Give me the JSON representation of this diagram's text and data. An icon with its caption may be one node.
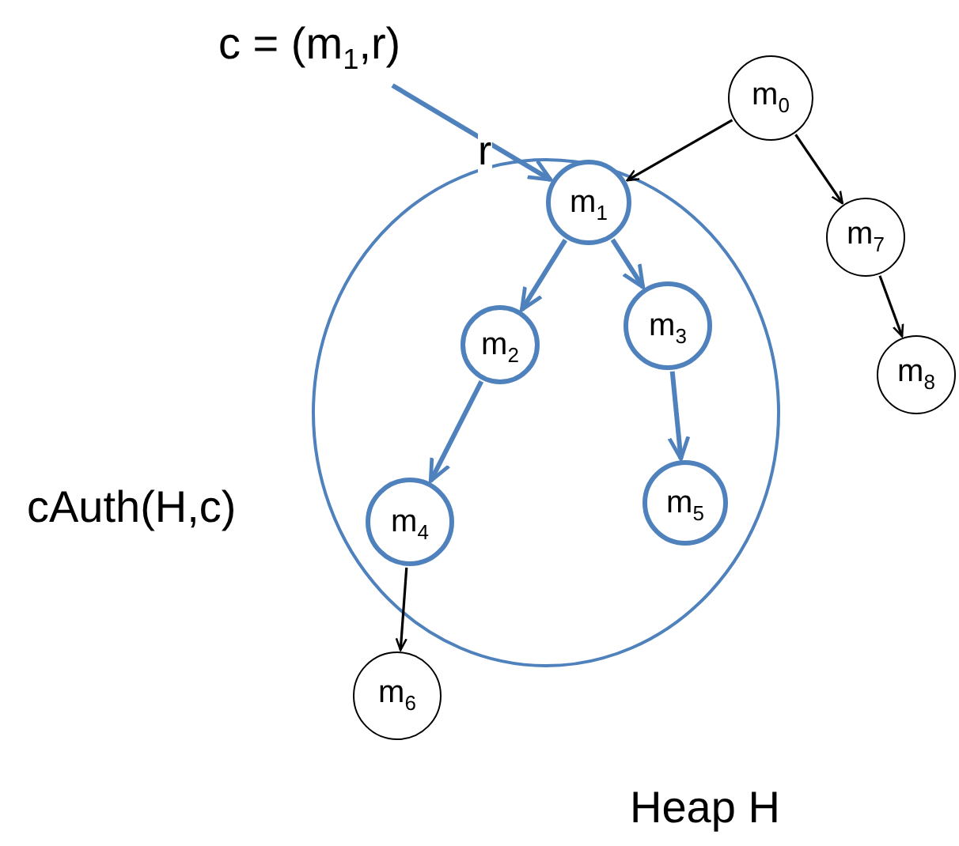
{
  "diagram": {
    "nodes": [
      {
        "text": [
          "c = (m$_{1}$,r)"
        ]
      },
      {
        "text": [
          "m$_{0}$"
        ]
      },
      {
        "text": [
          "cAuth(H,c)"
        ]
      },
      {
        "text": [
          "m$_{1}$"
        ],
        "in": 2
      },
      {
        "text": [
          "m$_{2}$"
        ],
        "in": 2
      },
      {
        "text": [
          "m$_{3}$"
        ],
        "in": 2
      },
      {
        "text": [
          "m$_{4}$"
        ],
        "in": 2
      },
      {
        "text": [
          "m$_{5}$"
        ],
        "in": 2
      },
      {
        "text": [
          "m$_{6}$"
        ]
      },
      {
        "text": [
          "m$_{7}$"
        ]
      },
      {
        "text": [
          "m$_{8}$"
        ]
      }
    ],
    "edges": [
      {
        "from": 0,
        "to": 3,
        "arrow": "to",
        "label": "r"
      },
      {
        "from": 1,
        "to": 3,
        "arrow": "to",
        "color": "#000000"
      },
      {
        "from": 1,
        "to": 9,
        "arrow": "to",
        "color": "#000000"
      },
      {
        "from": 9,
        "to": 10,
        "arrow": "to",
        "color": "#000000"
      },
      {
        "from": 3,
        "to": 4,
        "arrow": "to"
      },
      {
        "from": 3,
        "to": 5,
        "arrow": "to"
      },
      {
        "from": 4,
        "to": 6,
        "arrow": "to"
      },
      {
        "from": 5,
        "to": 7,
        "arrow": "to"
      },
      {
        "from": 6,
        "to": 8,
        "arrow": "to",
        "color": "#000000"
      }
    ],
    "labels": [
      "Heap H"
    ]
  }
}
